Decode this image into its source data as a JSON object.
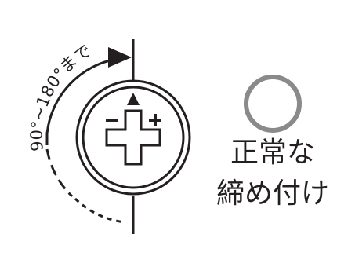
{
  "rotation_range_label": "90°~180°まで",
  "status": {
    "symbol": "○",
    "line1": "正常な",
    "line2": "締め付け"
  },
  "colors": {
    "ink": "#231f20",
    "ok_circle": "#8a8a8a"
  },
  "icons": {
    "direction": "clockwise-arrow-icon",
    "screw": "phillips-screw-head-icon",
    "minus": "minus-sign-icon",
    "plus": "plus-sign-icon",
    "pointer": "triangle-pointer-icon"
  }
}
